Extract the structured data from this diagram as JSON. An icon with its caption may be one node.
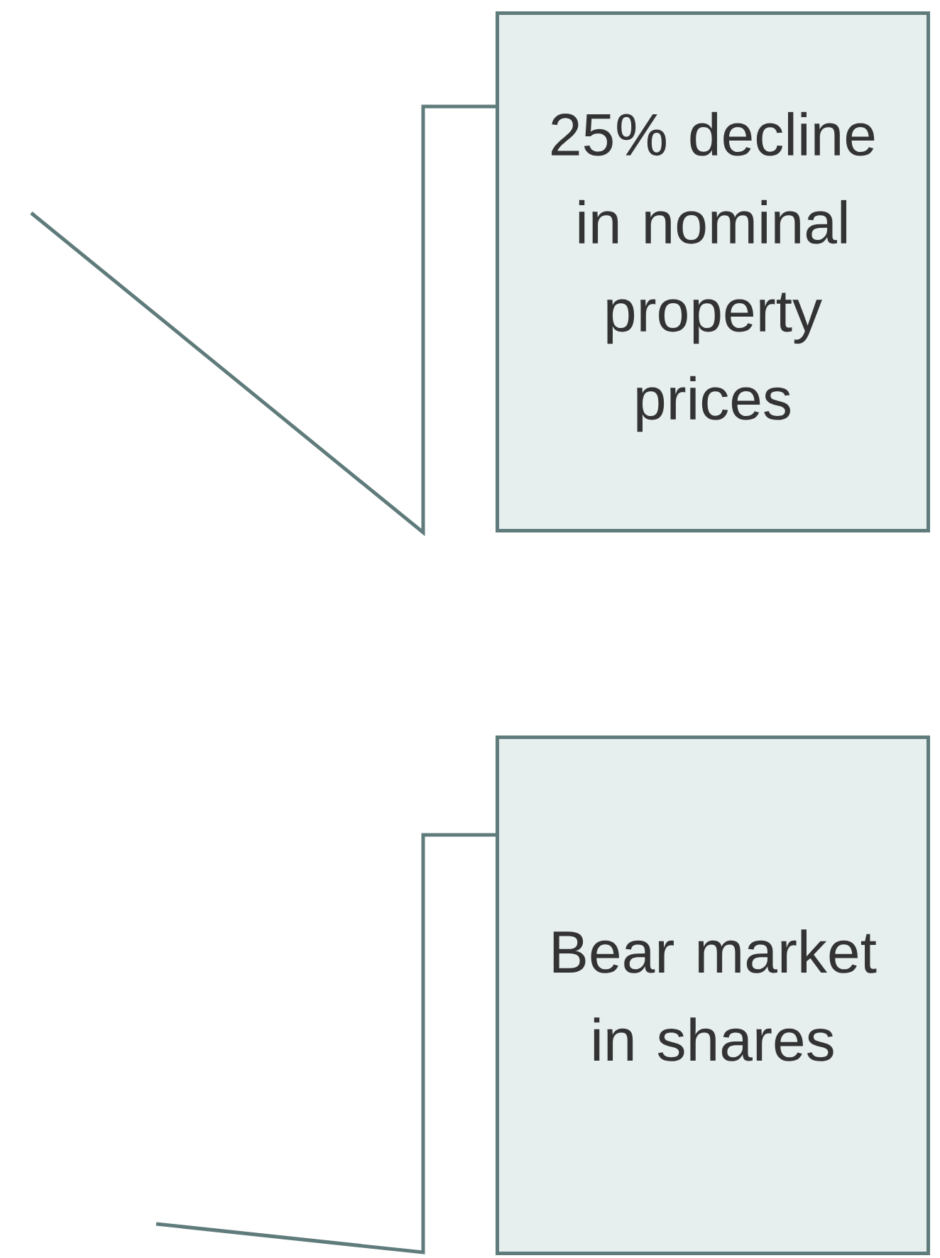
{
  "diagram": {
    "nodes": [
      {
        "text": [
          "25% decline in nominal property prices"
        ]
      },
      {
        "text": [
          "Bear market in shares"
        ]
      }
    ],
    "edges": [
      {
        "from": null,
        "to": 0,
        "arrow": "none"
      },
      {
        "from": null,
        "to": 1,
        "arrow": "none"
      }
    ]
  }
}
